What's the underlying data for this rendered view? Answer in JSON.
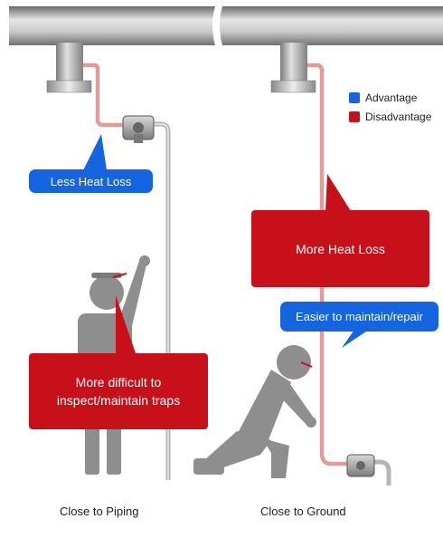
{
  "legend": {
    "advantage": "Advantage",
    "disadvantage": "Disadvantage",
    "advantage_color": "#1565e0",
    "disadvantage_color": "#c8101a"
  },
  "left": {
    "callout_blue": "Less Heat Loss",
    "callout_red_line1": "More difficult to",
    "callout_red_line2": "inspect/maintain traps",
    "caption": "Close to Piping"
  },
  "right": {
    "callout_red": "More Heat Loss",
    "callout_blue": "Easier to maintain/repair",
    "caption": "Close to Ground"
  },
  "colors": {
    "pipe_gray": "#9a9a9a",
    "steam_line": "#e29a9a",
    "figure_gray": "#8e8e8e"
  }
}
